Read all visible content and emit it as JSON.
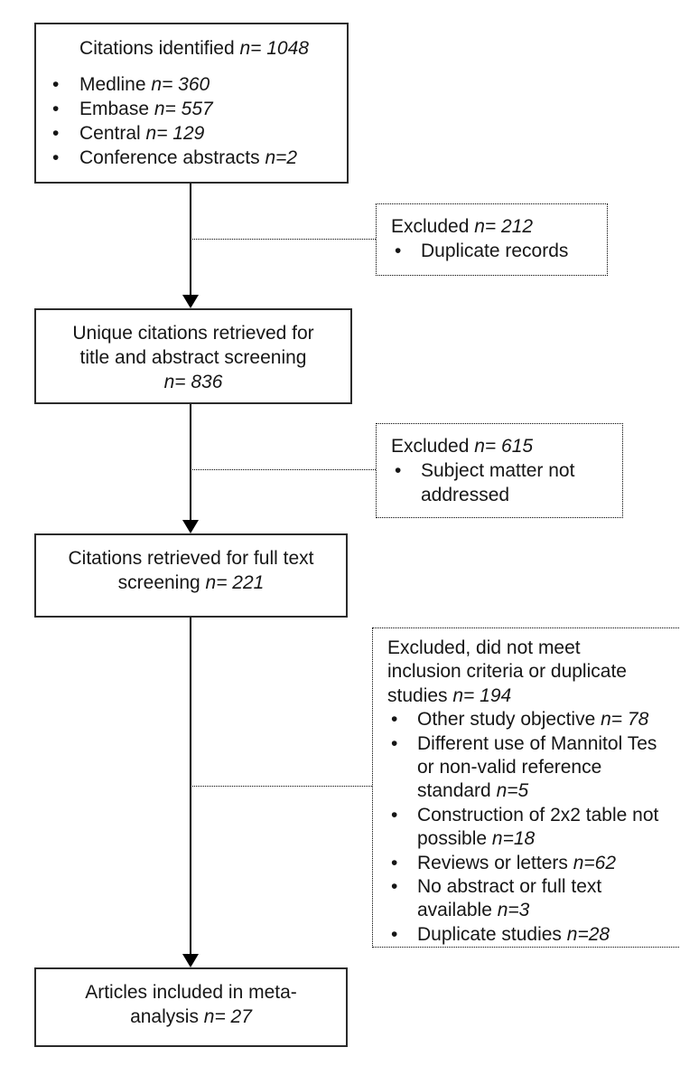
{
  "diagram": {
    "type": "study-selection-flowchart",
    "colors": {
      "box_border": "#2b2b2b",
      "dotted_border": "#000000",
      "text": "#161616",
      "background": "#ffffff"
    },
    "boxes": {
      "identified": {
        "title": [
          {
            "text": "Citations identified ",
            "n": "n= 1048"
          }
        ],
        "bullets": [
          {
            "lines": [
              {
                "text": "Medline ",
                "n": "n= 360"
              }
            ]
          },
          {
            "lines": [
              {
                "text": "Embase ",
                "n": "n= 557"
              }
            ]
          },
          {
            "lines": [
              {
                "text": "Central ",
                "n": "n= 129"
              }
            ]
          },
          {
            "lines": [
              {
                "text": "Conference abstracts ",
                "n": "n=2"
              }
            ]
          }
        ]
      },
      "excluded1": {
        "title": [
          {
            "text": "Excluded ",
            "n": "n= 212"
          }
        ],
        "bullets": [
          {
            "lines": [
              {
                "text": "Duplicate records"
              }
            ]
          }
        ]
      },
      "unique": {
        "lines": [
          {
            "text": "Unique citations retrieved for"
          },
          {
            "text": "title and abstract screening"
          },
          {
            "n": "n= 836"
          }
        ]
      },
      "excluded2": {
        "title": [
          {
            "text": "Excluded ",
            "n": "n= 615"
          }
        ],
        "bullets": [
          {
            "lines": [
              {
                "text": "Subject matter not"
              },
              {
                "text": "addressed"
              }
            ]
          }
        ]
      },
      "fulltext": {
        "lines": [
          {
            "text": "Citations retrieved for full text"
          },
          {
            "text": "screening ",
            "n": "n= 221"
          }
        ]
      },
      "excluded3": {
        "title": [
          {
            "text": "Excluded, did not meet"
          },
          {
            "text": "inclusion criteria or duplicate"
          },
          {
            "text": "studies ",
            "n": "n= 194"
          }
        ],
        "bullets": [
          {
            "lines": [
              {
                "text": "Other study objective ",
                "n": "n= 78"
              }
            ]
          },
          {
            "lines": [
              {
                "text": "Different use of Mannitol Tes"
              },
              {
                "text": "or non-valid reference"
              },
              {
                "text": "standard ",
                "n": "n=5"
              }
            ]
          },
          {
            "lines": [
              {
                "text": "Construction of 2x2 table not"
              },
              {
                "text": "possible ",
                "n": "n=18"
              }
            ]
          },
          {
            "lines": [
              {
                "text": "Reviews or letters ",
                "n": "n=62"
              }
            ]
          },
          {
            "lines": [
              {
                "text": "No abstract or full text"
              },
              {
                "text": "available ",
                "n": "n=3"
              }
            ]
          },
          {
            "lines": [
              {
                "text": "Duplicate studies ",
                "n": "n=28"
              }
            ]
          }
        ]
      },
      "included": {
        "lines": [
          {
            "text": "Articles included in meta-"
          },
          {
            "text": "analysis ",
            "n": "n= 27"
          }
        ]
      }
    }
  }
}
